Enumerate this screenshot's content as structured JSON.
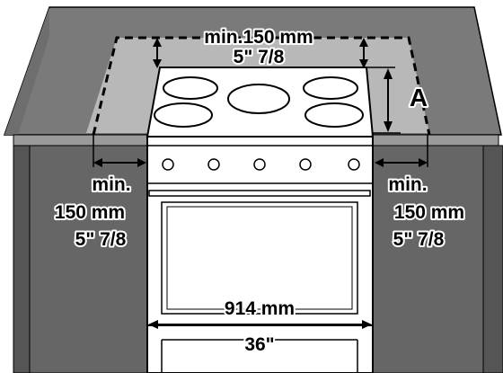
{
  "labels": {
    "top_min": "min.150 mm",
    "top_in": "5\" 7/8",
    "left_min": "min.",
    "left_mm": "150 mm",
    "left_in": "5\" 7/8",
    "right_min": "min.",
    "right_mm": "150 mm",
    "right_in": "5\" 7/8",
    "width_mm": "914 mm",
    "width_in": "36\"",
    "dimension_a": "A"
  },
  "colors": {
    "cabinet_front": "#666666",
    "cabinet_side": "#555555",
    "wall": "#7a7a7a",
    "clearance_zone": "#b8b8b8",
    "countertop_edge": "#9a9a9a",
    "stove_body": "#ffffff",
    "outline": "#000000"
  }
}
